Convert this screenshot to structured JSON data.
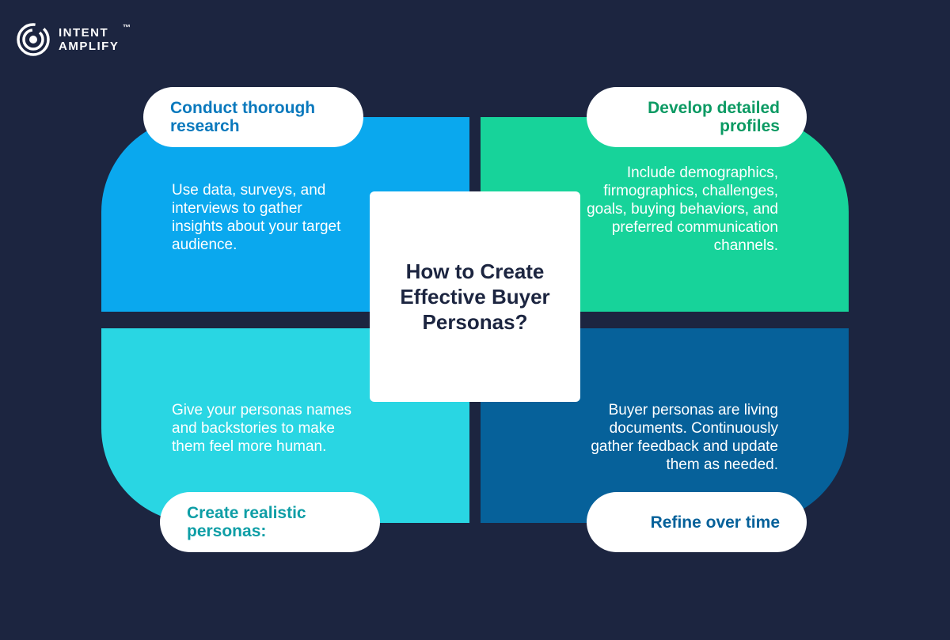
{
  "brand": {
    "line1": "Intent",
    "line2": "Amplify",
    "tm": "™",
    "logo_icon": "concentric-target-icon"
  },
  "center_title": "How to Create Effective Buyer Personas?",
  "colors": {
    "background": "#1c2540",
    "blue": "#0aa8ee",
    "green": "#17d39a",
    "cyan": "#29d6e3",
    "navy": "#06619a",
    "title_blue": "#0a79bd",
    "title_green": "#0b9a63",
    "title_teal": "#0e9ea6",
    "title_navy": "#06619a"
  },
  "steps": [
    {
      "title": "Conduct thorough research",
      "description": "Use data, surveys, and interviews to gather insights about your target audience."
    },
    {
      "title": "Develop detailed profiles",
      "description": "Include demographics, firmographics, challenges, goals, buying behaviors, and preferred communication channels."
    },
    {
      "title": "Create realistic personas:",
      "description": "Give your personas names and backstories to make them feel more human."
    },
    {
      "title": "Refine over time",
      "description": "Buyer personas are living documents. Continuously gather feedback and update them as needed."
    }
  ]
}
